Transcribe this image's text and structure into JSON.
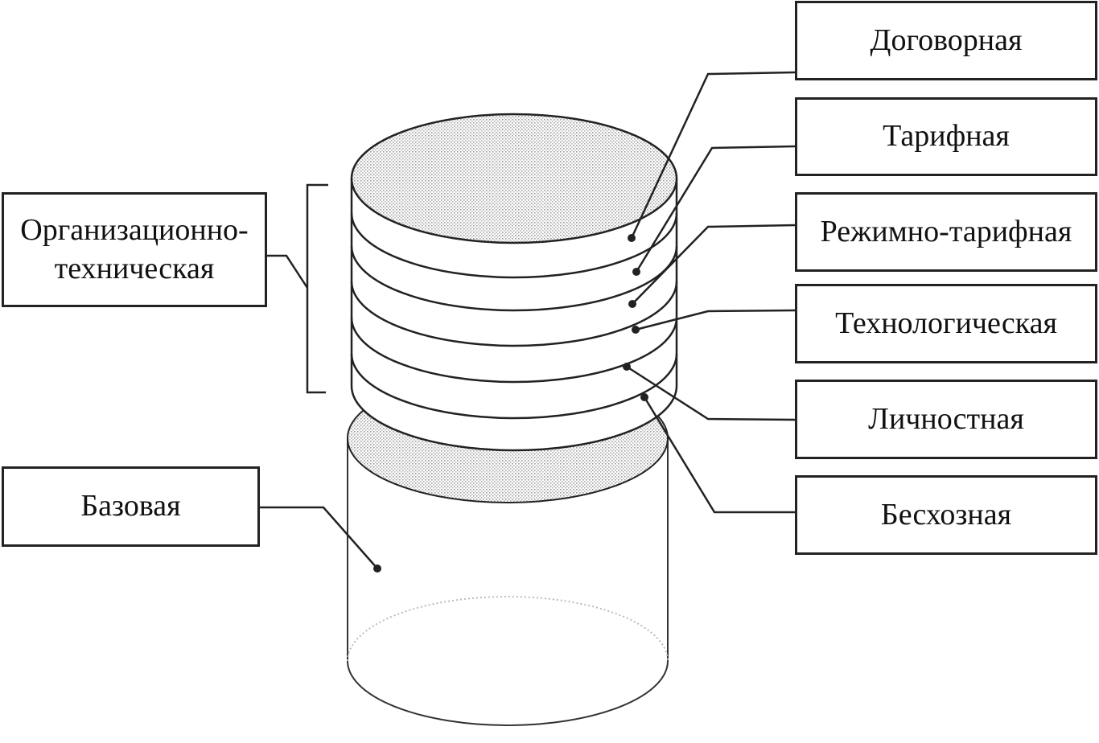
{
  "left_labels": {
    "org_tech_line1": "Организационно-",
    "org_tech_line2": "техническая",
    "base": "Базовая"
  },
  "right_labels": [
    "Договорная",
    "Тарифная",
    "Режимно-тарифная",
    "Технологическая",
    "Личностная",
    "Бесхозная"
  ]
}
